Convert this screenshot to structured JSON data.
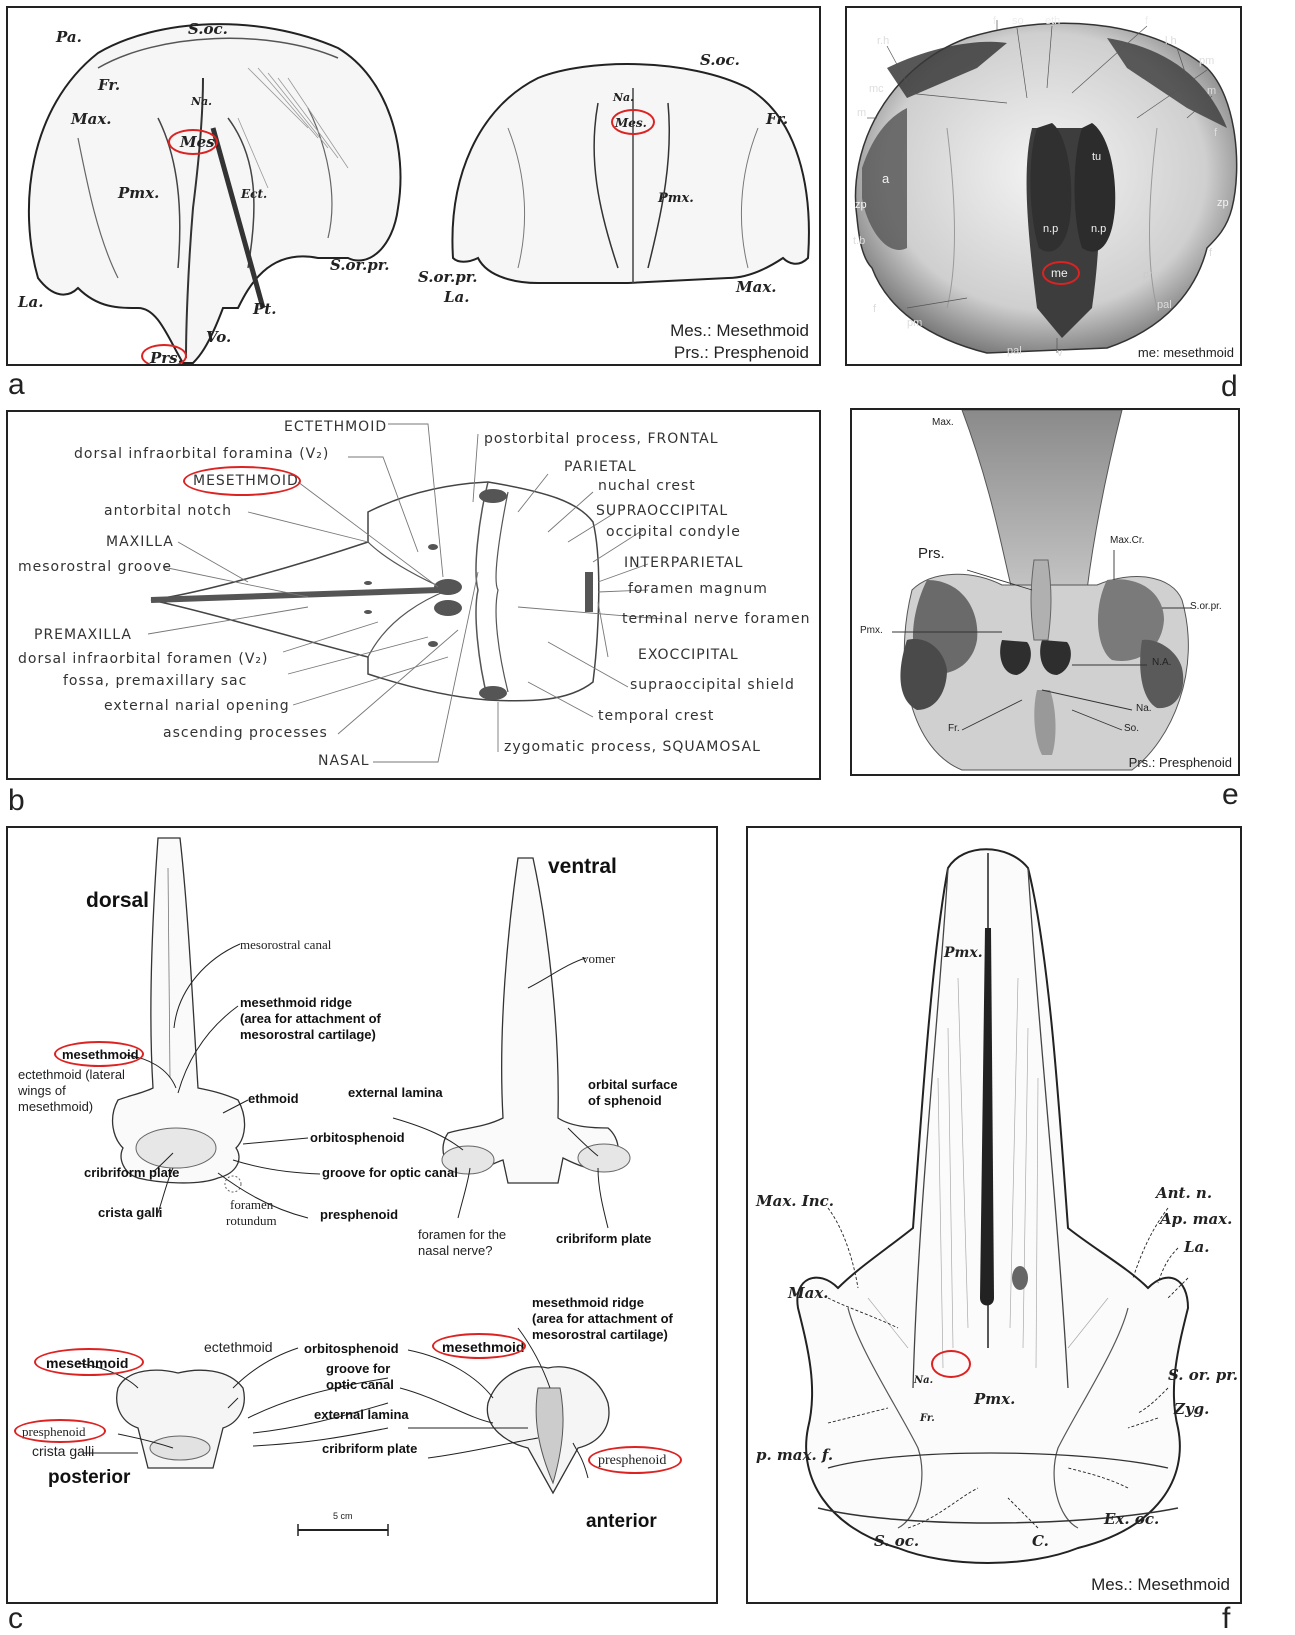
{
  "panel_labels": {
    "a": "a",
    "b": "b",
    "c": "c",
    "d": "d",
    "e": "e",
    "f": "f"
  },
  "captions": {
    "a_line1": "Mes.: Mesethmoid",
    "a_line2": "Prs.: Presphenoid",
    "d": "me: mesethmoid",
    "e": "Prs.: Presphenoid",
    "f": "Mes.: Mesethmoid"
  },
  "panel_a": {
    "left": [
      "Pa.",
      "S.oc.",
      "Fr.",
      "Na.",
      "Max.",
      "Mes.",
      "Pmx.",
      "Ect.",
      "S.or.pr.",
      "La.",
      "Pt.",
      "Vo.",
      "Prs."
    ],
    "right": [
      "S.oc.",
      "Na.",
      "Mes.",
      "Fr.",
      "Pmx.",
      "S.or.pr.",
      "La.",
      "Max."
    ]
  },
  "panel_b": {
    "left": [
      "ECTETHMOID",
      "dorsal infraorbital foramina (V₂)",
      "MESETHMOID",
      "antorbital notch",
      "MAXILLA",
      "mesorostral groove",
      "PREMAXILLA",
      "dorsal infraorbital foramen (V₂)",
      "fossa, premaxillary sac",
      "external narial opening",
      "ascending processes",
      "NASAL"
    ],
    "right": [
      "postorbital process, FRONTAL",
      "PARIETAL",
      "nuchal crest",
      "SUPRAOCCIPITAL",
      "occipital condyle",
      "INTERPARIETAL",
      "foramen magnum",
      "terminal nerve foramen",
      "EXOCCIPITAL",
      "supraoccipital shield",
      "temporal crest",
      "zygomatic process, SQUAMOSAL"
    ]
  },
  "panel_c": {
    "dorsal_title": "dorsal",
    "ventral_title": "ventral",
    "posterior_title": "posterior",
    "anterior_title": "anterior",
    "scale": "5 cm",
    "mesorostral_canal": "mesorostral canal",
    "vomer": "vomer",
    "mesethmoid_ridge_1": "mesethmoid ridge",
    "mesethmoid_ridge_2": "(area for attachment of",
    "mesethmoid_ridge_3": "mesorostral cartilage)",
    "mesethmoid": "mesethmoid",
    "ectethmoid_1": "ectethmoid (lateral",
    "ectethmoid_2": "wings of",
    "ectethmoid_3": "mesethmoid)",
    "ethmoid": "ethmoid",
    "orbitosphenoid": "orbitosphenoid",
    "groove_optic": "groove for optic canal",
    "cribriform": "cribriform plate",
    "crista_galli": "crista galli",
    "foramen_rotundum_1": "foramen",
    "foramen_rotundum_2": "rotundum",
    "presphenoid": "presphenoid",
    "external_lamina": "external lamina",
    "orbital_surface_1": "orbital surface",
    "orbital_surface_2": "of sphenoid",
    "foramen_nasal_1": "foramen for the",
    "foramen_nasal_2": "nasal nerve?",
    "cribriform_right": "cribriform plate",
    "bottom_mesethmoid": "mesethmoid",
    "bottom_ectethmoid": "ectethmoid",
    "bottom_orbitosphenoid": "orbitosphenoid",
    "bottom_groove_1": "groove for",
    "bottom_groove_2": "optic canal",
    "bottom_external_lamina": "external lamina",
    "bottom_presphenoid": "presphenoid",
    "bottom_crista": "crista galli",
    "bottom_cribriform": "cribriform plate",
    "bottom_ridge_1": "mesethmoid ridge",
    "bottom_ridge_2": "(area for attachment of",
    "bottom_ridge_3": "mesorostral cartilage)",
    "bottom_mesethmoid_right": "mesethmoid",
    "bottom_presphenoid_right": "presphenoid"
  },
  "panel_d": [
    "f",
    "so",
    "eth",
    "f",
    "r.h",
    "l.h",
    "mc",
    "pm",
    "m",
    "m",
    "f",
    "tu",
    "a",
    "zp",
    "zp",
    "n.p",
    "n.p",
    "t.b",
    "f",
    "me",
    "pm",
    "pm",
    "f",
    "pal",
    "pal",
    "v"
  ],
  "panel_e": [
    "Max.",
    "Max.Cr.",
    "Prs.",
    "S.or.pr.",
    "Pmx.",
    "N.A.",
    "Na.",
    "Fr.",
    "So."
  ],
  "panel_f": [
    "Pmx.",
    "Max. Inc.",
    "Ant. n.",
    "Ap. max.",
    "La.",
    "Max.",
    "S. or. pr.",
    "Na.",
    "Pmx.",
    "Zyg.",
    "Fr.",
    "p. max. f.",
    "Ex. oc.",
    "S. oc.",
    "C."
  ],
  "colors": {
    "highlight": "#dd2222",
    "ink": "#222222",
    "photo_dark": "#3a3a3a",
    "photo_light": "#cfcfcf"
  }
}
